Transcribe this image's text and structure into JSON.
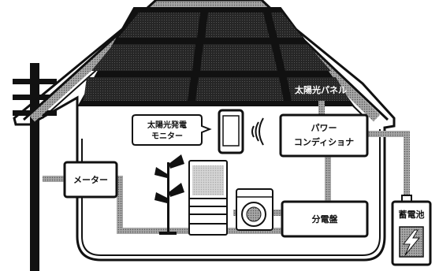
{
  "labels": {
    "solar_panel": "太陽光パネル",
    "monitor_line1": "太陽光発電",
    "monitor_line2": "モニター",
    "pcs_line1": "パワー",
    "pcs_line2": "コンディショナ",
    "meter": "メーター",
    "distribution_board": "分電盤",
    "battery": "蓄電池"
  },
  "colors": {
    "ink": "#111111",
    "roof_gray": "#8c8c8c",
    "panel_dark": "#262626",
    "wire_gray": "#9a9a9a",
    "paper": "#ffffff"
  },
  "icons": {
    "smartphone": "smartphone-icon",
    "wireless": "wireless-signal-icon",
    "battery_bolt": "lightning-bolt-icon"
  }
}
